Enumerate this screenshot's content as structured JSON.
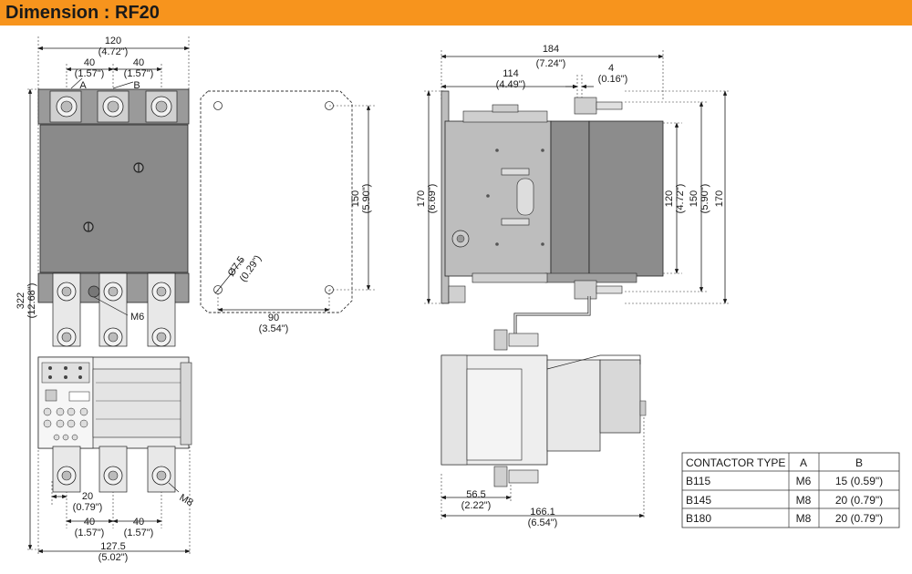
{
  "title": "Dimension : RF20",
  "front_view": {
    "overall_width": "120",
    "overall_width_in": "(4.72\")",
    "pitch_left": "40",
    "pitch_left_in": "(1.57\")",
    "pitch_right": "40",
    "pitch_right_in": "(1.57\")",
    "label_a": "A",
    "label_b": "B",
    "height": "322",
    "height_in": "(12.68\")",
    "screw_label": "M6",
    "terminal_label": "M8",
    "offset": "20",
    "offset_in": "(0.79\")",
    "bottom_pitch_left": "40",
    "bottom_pitch_left_in": "(1.57\")",
    "bottom_pitch_right": "40",
    "bottom_pitch_right_in": "(1.57\")",
    "bottom_width": "127.5",
    "bottom_width_in": "(5.02\")"
  },
  "mounting_plate": {
    "height": "150",
    "height_in": "(5.90\")",
    "width": "90",
    "width_in": "(3.54\")",
    "hole": "Ø7.5",
    "hole_in": "(0.29\")"
  },
  "side_view": {
    "total_depth": "184",
    "total_depth_in": "(7.24\")",
    "depth_114": "114",
    "depth_114_in": "(4.49\")",
    "gap": "4",
    "gap_in": "(0.16\")",
    "height_left": "170",
    "height_left_in": "(6.69\")",
    "h120": "120",
    "h120_in": "(4.72\")",
    "h150": "150",
    "h150_in": "(5.90\")",
    "h170": "170",
    "d56": "56.5",
    "d56_in": "(2.22\")",
    "d166": "166.1",
    "d166_in": "(6.54\")"
  },
  "table": {
    "headers": [
      "CONTACTOR TYPE",
      "A",
      "B"
    ],
    "rows": [
      [
        "B115",
        "M6",
        "15 (0.59\")"
      ],
      [
        "B145",
        "M8",
        "20 (0.79\")"
      ],
      [
        "B180",
        "M8",
        "20 (0.79\")"
      ]
    ]
  },
  "colors": {
    "header_bg": "#f7941d",
    "body_gray": "#8a8a8a",
    "panel_gray": "#d6d6d6",
    "line": "#1a1a1a"
  }
}
